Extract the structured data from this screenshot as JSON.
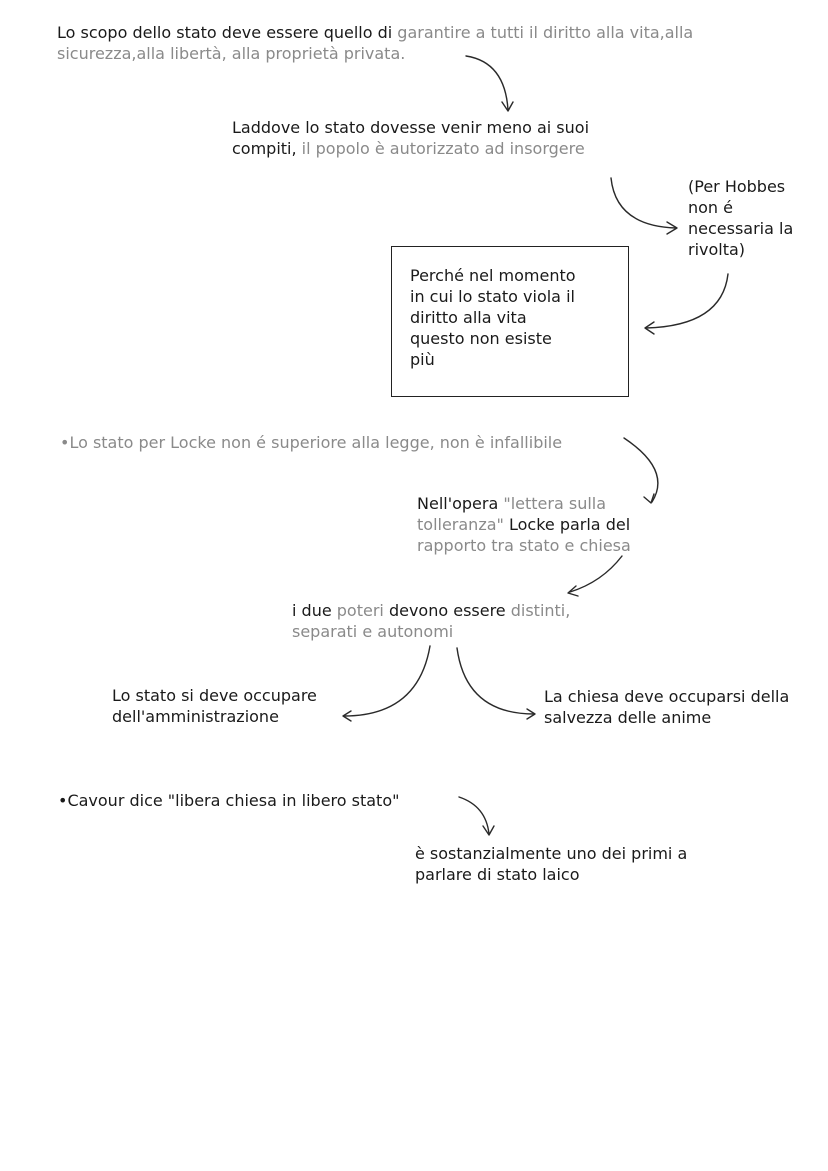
{
  "p1": {
    "black1": "Lo scopo dello stato deve essere quello di ",
    "gray1": "garantire a tutti il diritto alla vita,alla",
    "gray2": "sicurezza,alla libertà, alla proprietà privata."
  },
  "p2": {
    "line1": "Laddove lo stato dovesse venir meno ai suoi",
    "black2": "compiti,",
    "gray2": " il popolo è autorizzato ad insorgere"
  },
  "hobbes": {
    "line1": "(Per Hobbes",
    "line2": "non é",
    "line3": "necessaria la",
    "line4": "rivolta)"
  },
  "box": {
    "line1": "Perché nel momento",
    "line2": "in cui lo stato viola il",
    "line3": "diritto alla vita",
    "line4": "questo non esiste",
    "line5": "più"
  },
  "p3": {
    "text": "•Lo stato per Locke non é superiore alla legge, non è infallibile"
  },
  "p4": {
    "black1": "Nell'opera ",
    "gray1": "\"lettera sulla",
    "gray2": "tolleranza\"",
    "black2": " Locke parla del",
    "gray3": "rapporto tra stato e chiesa"
  },
  "p5": {
    "a": "i due ",
    "b": "poteri",
    "c": " devono essere ",
    "d": "distinti,",
    "e": "separati e autonomi"
  },
  "p6": {
    "line1": "Lo stato si deve occupare",
    "line2": "dell'amministrazione"
  },
  "p7": {
    "line1": "La chiesa deve occuparsi della",
    "line2": "salvezza delle anime"
  },
  "p8": {
    "text": "•Cavour dice \"libera chiesa in libero stato\""
  },
  "p9": {
    "line1": "è sostanzialmente uno dei primi a",
    "line2": "parlare di stato laico"
  }
}
